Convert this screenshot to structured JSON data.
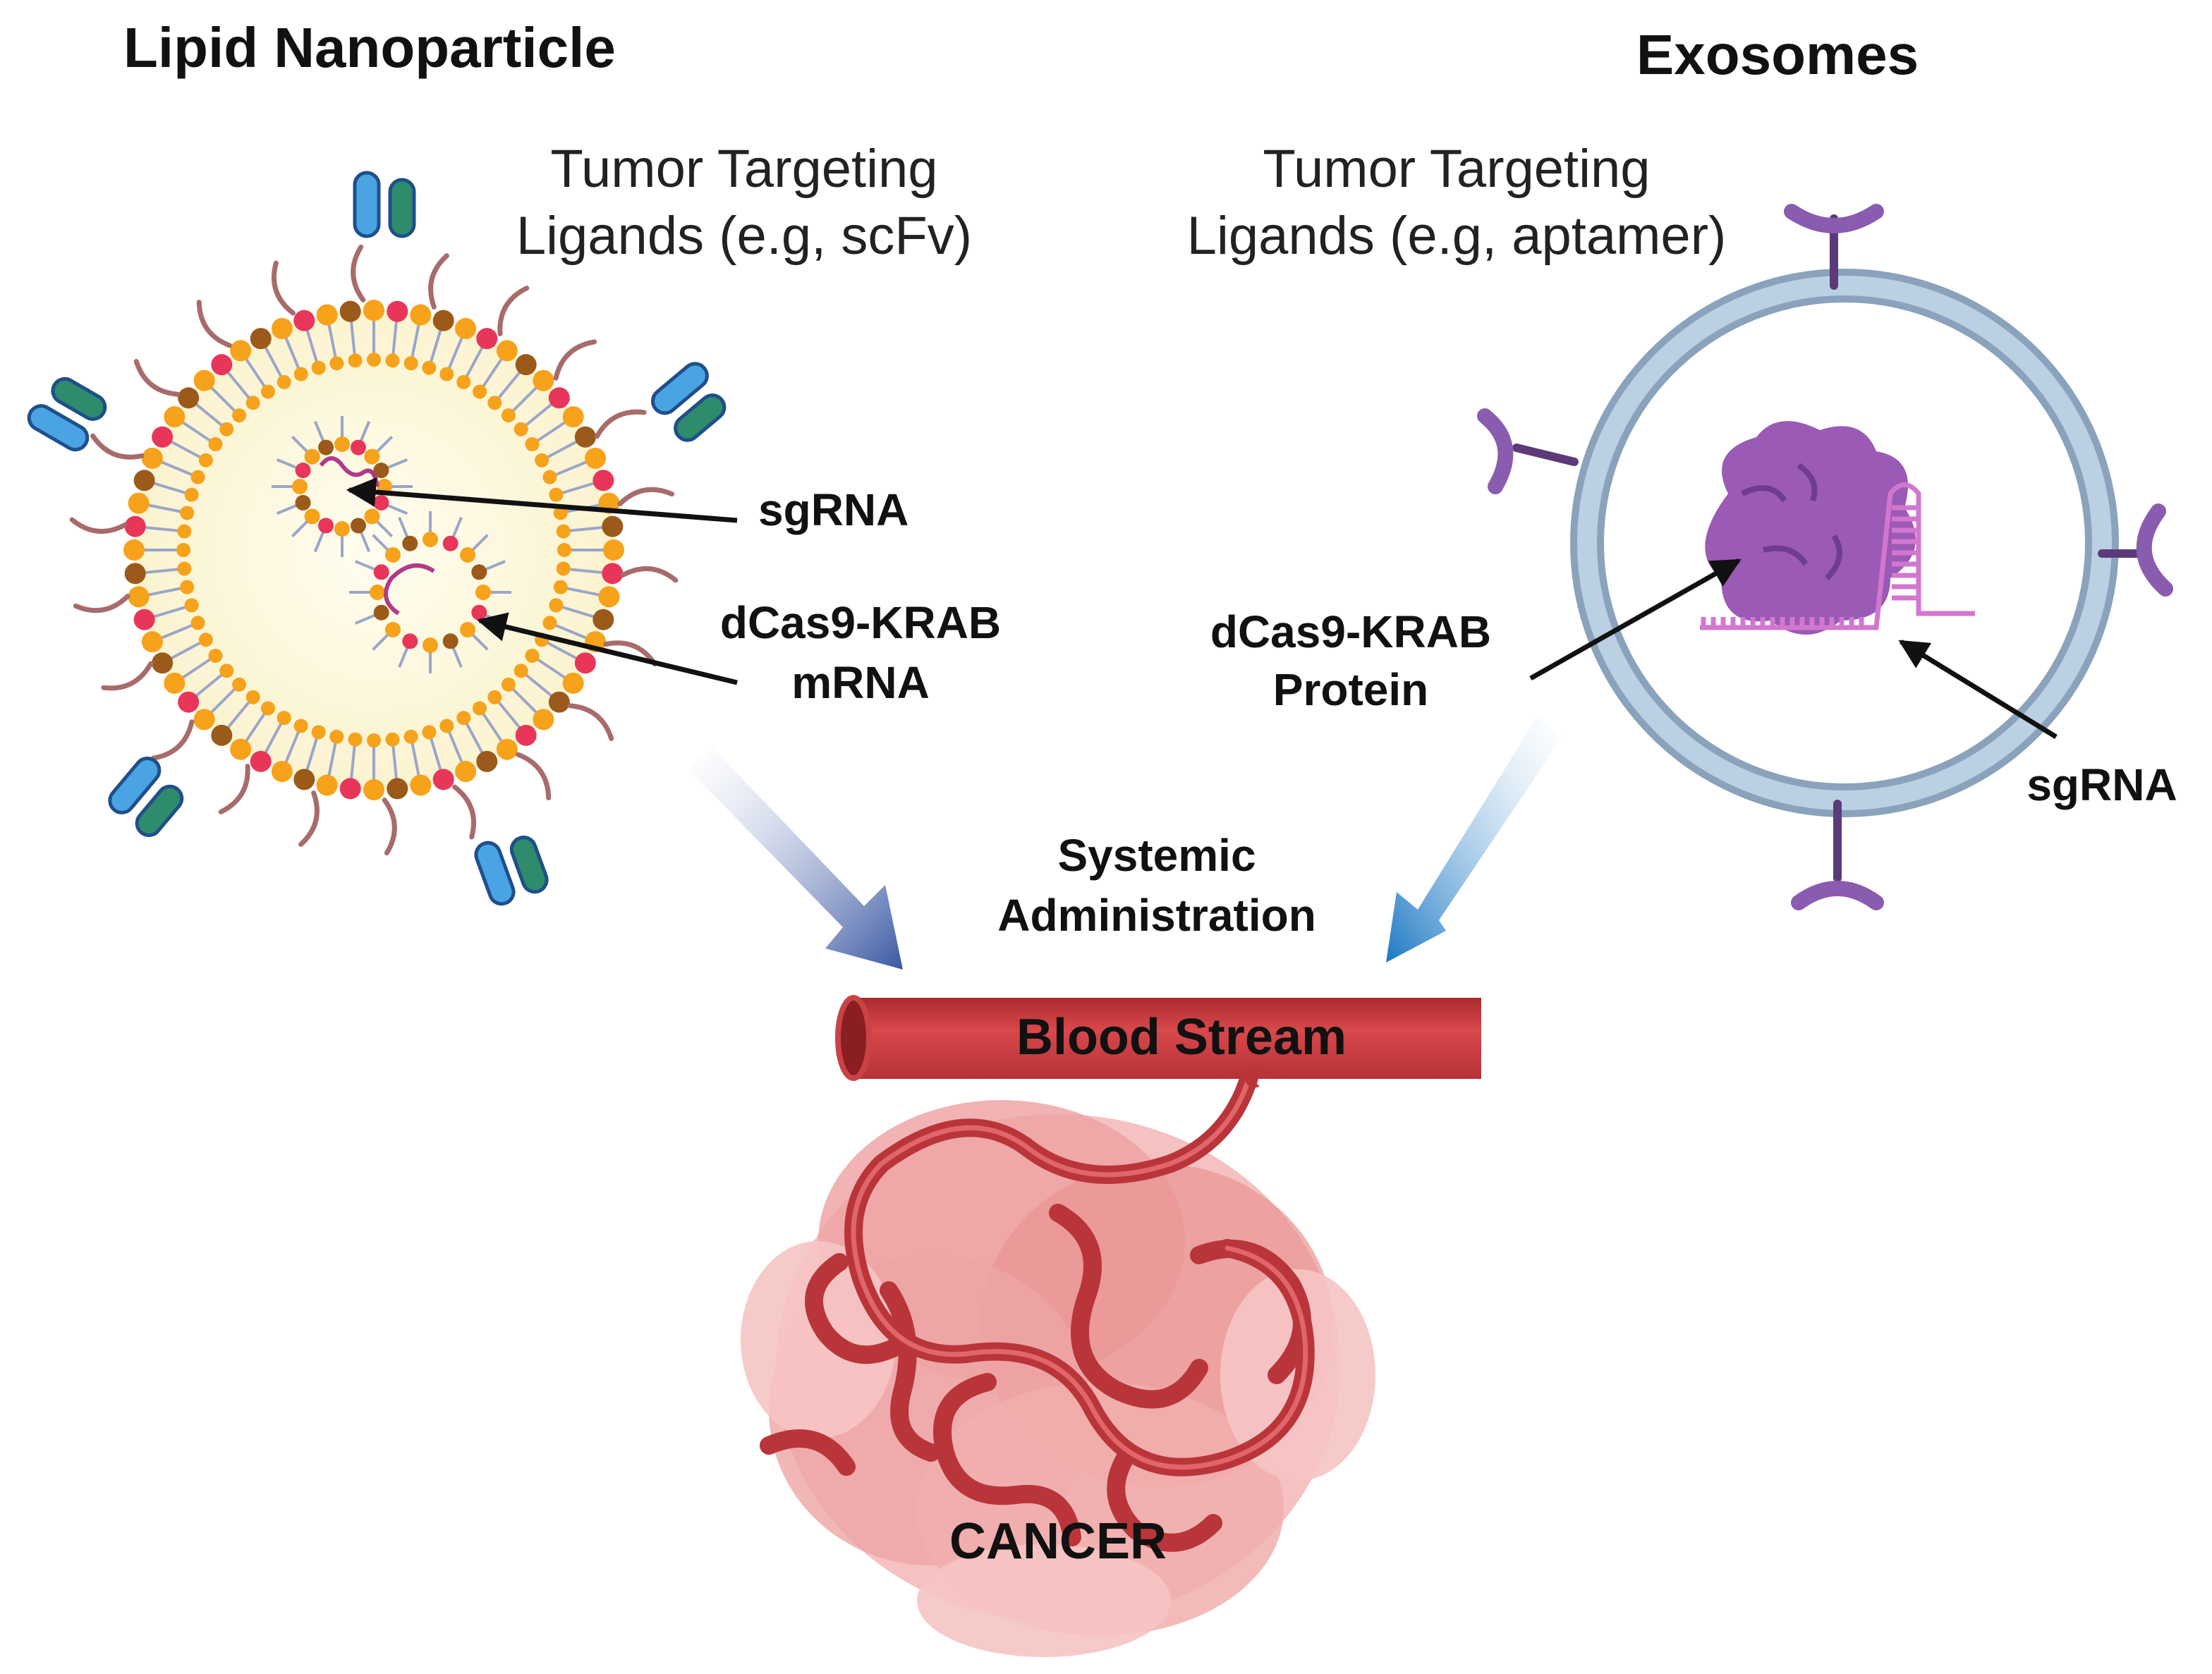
{
  "lnp": {
    "title": "Lipid Nanoparticle",
    "ligand_line1": "Tumor Targeting",
    "ligand_line2": "Ligands (e.g, scFv)",
    "sgrna_label": "sgRNA",
    "mrna_line1": "dCas9-KRAB",
    "mrna_line2": "mRNA"
  },
  "exosome": {
    "title": "Exosomes",
    "ligand_line1": "Tumor Targeting",
    "ligand_line2": "Ligands (e.g, aptamer)",
    "protein_line1": "dCas9-KRAB",
    "protein_line2": "Protein",
    "sgrna_label": "sgRNA"
  },
  "route": {
    "line1": "Systemic",
    "line2": "Administration"
  },
  "vessel_label": "Blood Stream",
  "tumor_label": "CANCER",
  "colors": {
    "lipid_head_red": "#e8365a",
    "lipid_head_orange": "#f7a21b",
    "lipid_head_brown": "#9b5a1a",
    "peg_tail": "#a86b6b",
    "scfv_blue": "#4aa3e3",
    "scfv_green": "#2e8b6b",
    "exosome_membrane": "#9fb6cc",
    "aptamer_purple": "#6e3d8f",
    "protein_purple": "#9a5ab5",
    "sgrna_pink": "#d277cf",
    "vessel_red": "#c93a3e",
    "tumor_pink": "#eea0a0",
    "arrow_lnp": "#3a57a3",
    "arrow_exo": "#1b78c4"
  }
}
